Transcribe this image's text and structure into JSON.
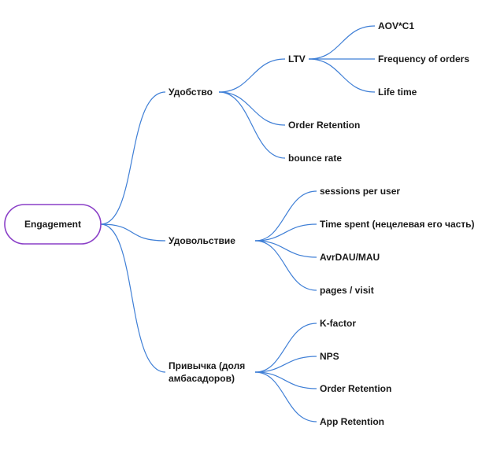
{
  "root": {
    "label": "Engagement"
  },
  "branches": [
    {
      "label": "Удобство",
      "children": [
        {
          "label": "LTV",
          "children": [
            {
              "label": "AOV*C1"
            },
            {
              "label": "Frequency of orders"
            },
            {
              "label": "Life time"
            }
          ]
        },
        {
          "label": "Order Retention"
        },
        {
          "label": "bounce rate"
        }
      ]
    },
    {
      "label": "Удовольствие",
      "children": [
        {
          "label": "sessions per user"
        },
        {
          "label": "Time spent (нецелевая его часть)"
        },
        {
          "label": "AvrDAU/MAU"
        },
        {
          "label": "pages / visit"
        }
      ]
    },
    {
      "label_lines": [
        "Привычка (доля",
        "амбасадоров)"
      ],
      "children": [
        {
          "label": "K-factor"
        },
        {
          "label": "NPS"
        },
        {
          "label": "Order Retention"
        },
        {
          "label": "App Retention"
        }
      ]
    }
  ]
}
